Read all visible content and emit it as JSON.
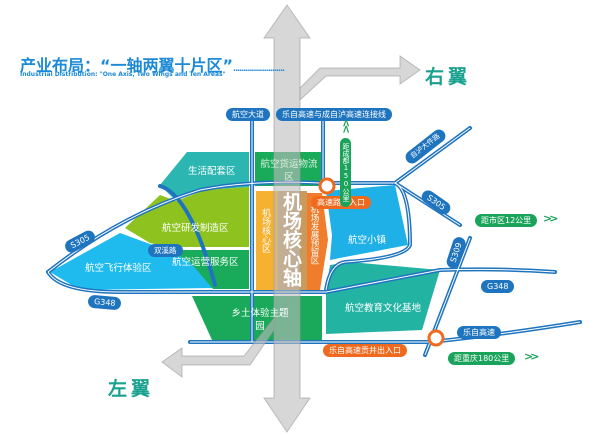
{
  "header": {
    "title": "产业布局：“一轴两翼十片区”",
    "subtitle": "Industrial Distribution: \"One Axis, Two Wings and Ten Areas\""
  },
  "wings": {
    "right": "右翼",
    "left": "左翼"
  },
  "axis_label": "机场核心轴",
  "zones": {
    "living": "生活配套区",
    "cargo": "航空货运物流区",
    "rnd": "航空研发制造区",
    "flight": "航空飞行体验区",
    "ops": "航空运营服务区",
    "airport_core": "机场核心区",
    "reserve": "机场发展预留区",
    "town": "航空小镇",
    "education": "航空教育文化基地",
    "rural": "乡土体验主题园"
  },
  "roads": {
    "aviation_ave": "航空大道",
    "connector": "乐自高速与成自泸高速连接线",
    "zilu": "自泸大件路",
    "s305_right": "S305",
    "s305_left": "S305",
    "s309": "S309",
    "g348_left": "G348",
    "g348_right": "G348",
    "shuangxi": "双溪路",
    "lezi": "乐自高速"
  },
  "exits": {
    "highway_exit": "高速路出入口",
    "gongjing_exit": "乐自高速贡井出入口"
  },
  "distances": {
    "chengdu": "距成都150公里",
    "city": "距市区12公里",
    "chongqing": "距重庆180公里"
  },
  "colors": {
    "title": "#1c8ad6",
    "road": "#1f74c0",
    "wing": "#1ba18f",
    "teal": "#2cb6b2",
    "lime": "#8dc21f",
    "lightblue": "#1fbbee",
    "green": "#1aab5a",
    "yellow": "#f5b12f",
    "orange": "#ef7d2b"
  }
}
